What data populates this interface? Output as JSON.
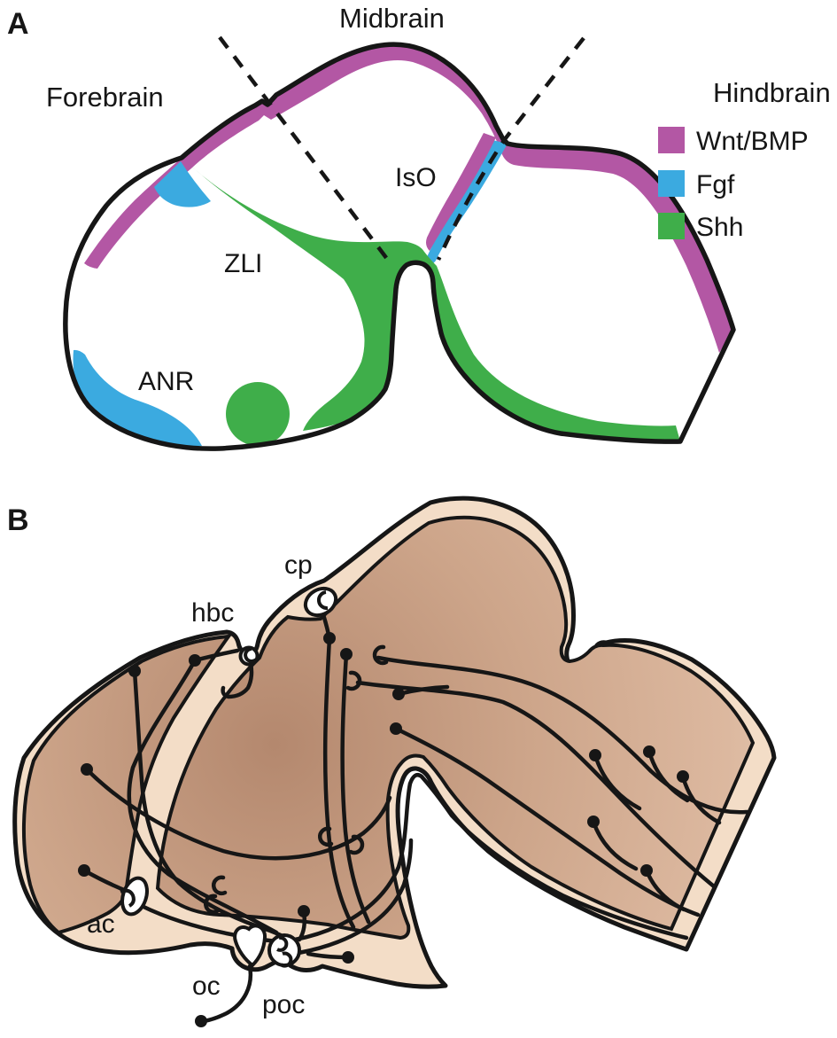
{
  "figure": {
    "panel_a": {
      "label": "A",
      "regions": {
        "forebrain": "Forebrain",
        "midbrain": "Midbrain",
        "hindbrain": "Hindbrain"
      },
      "organizers": {
        "iso": "IsO",
        "zli": "ZLI",
        "anr": "ANR"
      },
      "legend": [
        {
          "label": "Wnt/BMP",
          "color": "#b357a4"
        },
        {
          "label": "Fgf",
          "color": "#3baae0"
        },
        {
          "label": "Shh",
          "color": "#3fae4a"
        }
      ]
    },
    "panel_b": {
      "label": "B",
      "commissures": {
        "cp": "cp",
        "hbc": "hbc",
        "ac": "ac",
        "oc": "oc",
        "poc": "poc"
      },
      "colors": {
        "outline": "#161616",
        "rim": "#f3ddc7",
        "interior_dark": "#b4886e",
        "interior_mid": "#cda58a",
        "interior_light": "#e9cfb8"
      }
    }
  }
}
